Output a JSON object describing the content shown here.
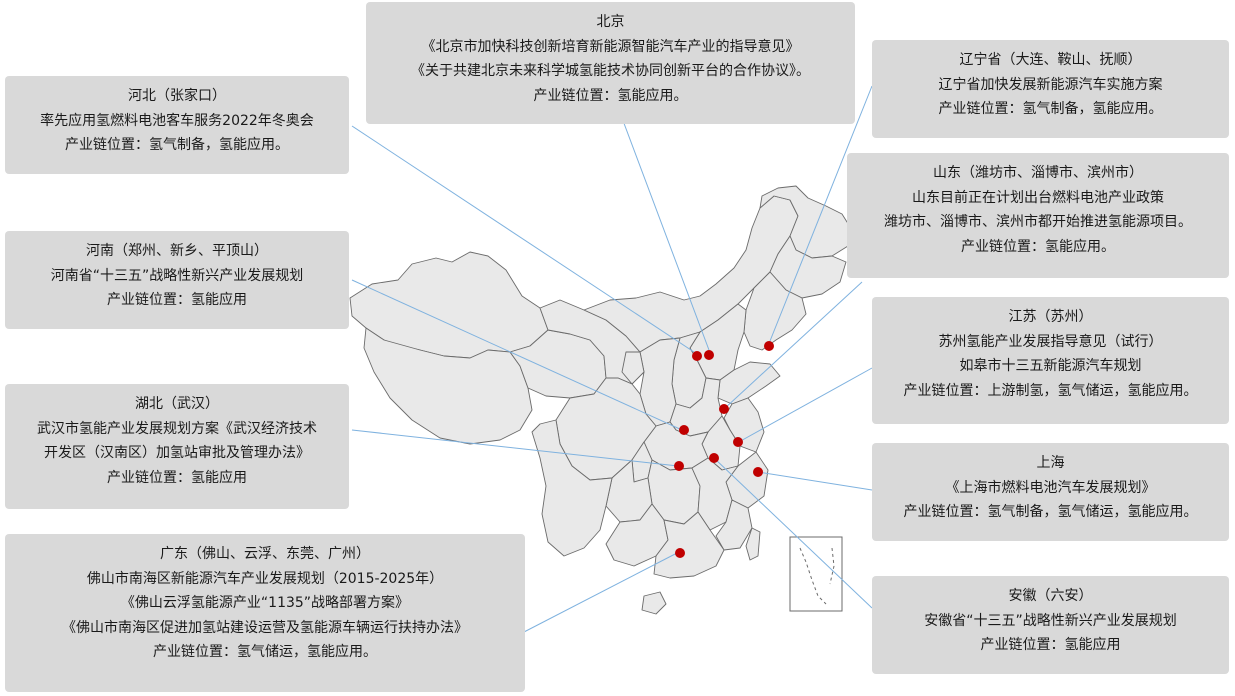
{
  "colors": {
    "box_fill": "#d9d9d9",
    "province_fill": "#e9e9e9",
    "province_stroke": "#6b6b6b",
    "leader_line": "#7fb2df",
    "marker": "#c00000"
  },
  "callouts": {
    "beijing": {
      "title": "北京",
      "lines": [
        "《北京市加快科技创新培育新能源智能汽车产业的指导意见》",
        "《关于共建北京未来科学城氢能技术协同创新平台的合作协议》。"
      ],
      "position": "产业链位置：氢能应用。"
    },
    "hebei": {
      "title": "河北（张家口）",
      "lines": [
        "率先应用氢燃料电池客车服务2022年冬奥会"
      ],
      "position": "产业链位置：氢气制备，氢能应用。"
    },
    "henan": {
      "title": "河南（郑州、新乡、平顶山）",
      "lines": [
        "河南省“十三五”战略性新兴产业发展规划"
      ],
      "position": "产业链位置：氢能应用"
    },
    "hubei": {
      "title": "湖北（武汉）",
      "lines": [
        "武汉市氢能产业发展规划方案《武汉经济技术",
        "开发区（汉南区）加氢站审批及管理办法》"
      ],
      "position": "产业链位置：氢能应用"
    },
    "guangdong": {
      "title": "广东（佛山、云浮、东莞、广州）",
      "lines": [
        "佛山市南海区新能源汽车产业发展规划（2015-2025年）",
        "《佛山云浮氢能源产业“1135”战略部署方案》",
        "《佛山市南海区促进加氢站建设运营及氢能源车辆运行扶持办法》"
      ],
      "position": "产业链位置：氢气储运，氢能应用。"
    },
    "liaoning": {
      "title": "辽宁省（大连、鞍山、抚顺）",
      "lines": [
        "辽宁省加快发展新能源汽车实施方案"
      ],
      "position": "产业链位置：氢气制备，氢能应用。"
    },
    "shandong": {
      "title": "山东（潍坊市、淄博市、滨州市）",
      "lines": [
        "山东目前正在计划出台燃料电池产业政策",
        "潍坊市、淄博市、滨州市都开始推进氢能源项目。"
      ],
      "position": "产业链位置：氢能应用。"
    },
    "jiangsu": {
      "title": "江苏（苏州）",
      "lines": [
        "苏州氢能产业发展指导意见（试行）",
        "如皋市十三五新能源汽车规划"
      ],
      "position": "产业链位置：上游制氢，氢气储运，氢能应用。"
    },
    "shanghai": {
      "title": "上海",
      "lines": [
        "《上海市燃料电池汽车发展规划》"
      ],
      "position": "产业链位置：氢气制备，氢气储运，氢能应用。"
    },
    "anhui": {
      "title": "安徽（六安）",
      "lines": [
        "安徽省“十三五”战略性新兴产业发展规划"
      ],
      "position": "产业链位置：氢能应用"
    }
  }
}
